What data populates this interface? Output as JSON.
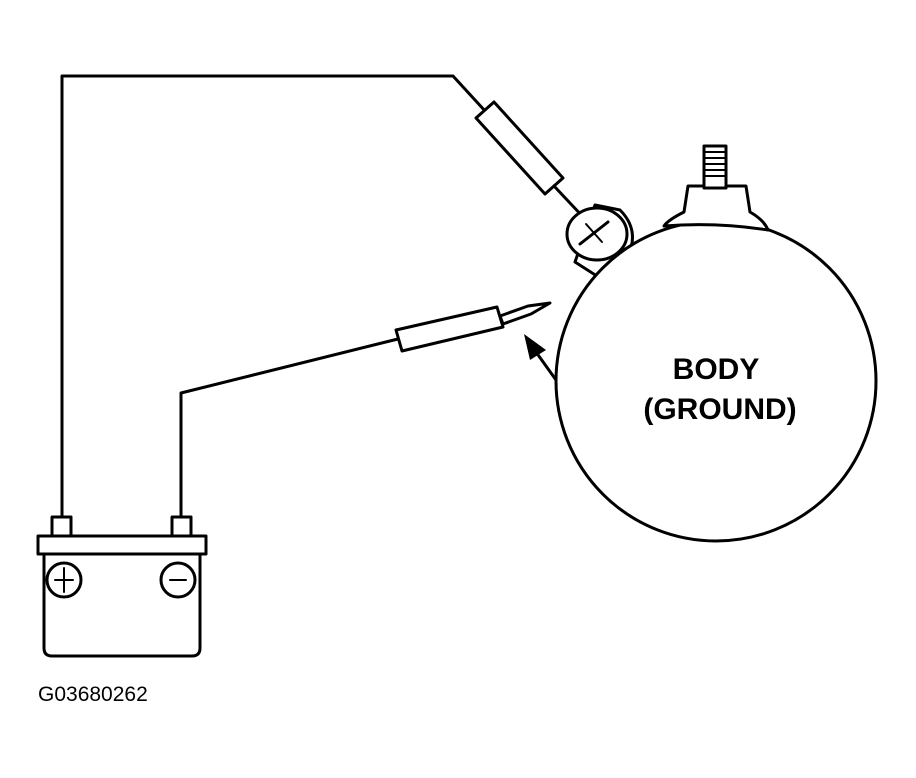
{
  "diagram": {
    "body_label_line1": "BODY",
    "body_label_line2": "(GROUND)",
    "figure_id": "G03680262",
    "battery_positive_symbol": "plus-icon",
    "battery_negative_symbol": "minus-icon",
    "line_color": "#000000",
    "background_color": "#ffffff"
  }
}
